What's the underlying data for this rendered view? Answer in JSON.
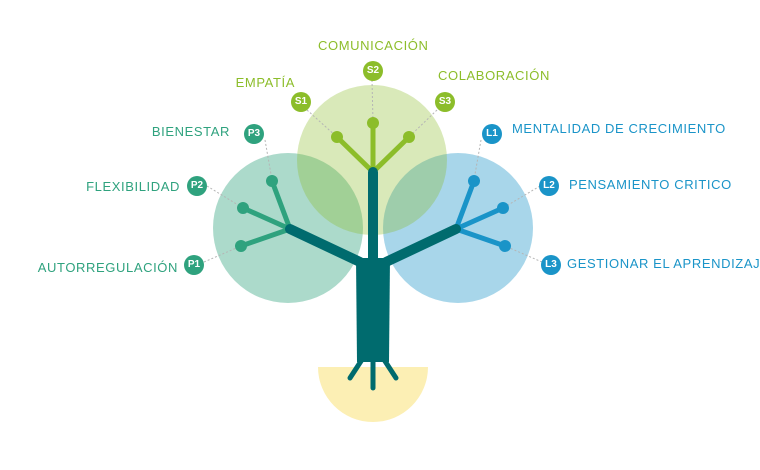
{
  "personal": {
    "color": "#2fa27e",
    "items": [
      {
        "code": "P1",
        "label": "AUTORREGULACIÓN"
      },
      {
        "code": "P2",
        "label": "FLEXIBILIDAD"
      },
      {
        "code": "P3",
        "label": "BIENESTAR"
      }
    ]
  },
  "social": {
    "color": "#8cbd2a",
    "items": [
      {
        "code": "S1",
        "label": "EMPATÍA"
      },
      {
        "code": "S2",
        "label": "COMUNICACIÓN"
      },
      {
        "code": "S3",
        "label": "COLABORACIÓN"
      }
    ]
  },
  "learning": {
    "color": "#1a94c8",
    "items": [
      {
        "code": "L1",
        "label": "MENTALIDAD DE CRECIMIENTO"
      },
      {
        "code": "L2",
        "label": "PENSAMIENTO CRITICO"
      },
      {
        "code": "L3",
        "label": "GESTIONAR EL APRENDIZAJE"
      }
    ]
  },
  "tree": {
    "trunk_color": "#006b6e",
    "soil_color": "#fcefb4"
  }
}
